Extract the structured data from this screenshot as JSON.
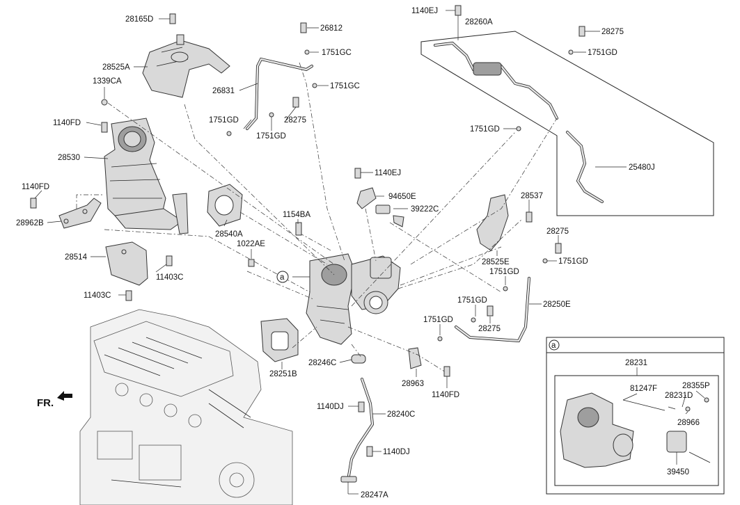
{
  "inset": {
    "circle_label": "a",
    "assembly_label": "28231",
    "parts": [
      "81247F",
      "28355P",
      "28231D",
      "28966",
      "39450"
    ]
  },
  "callout": {
    "label": "a"
  },
  "front_marker": {
    "label": "FR."
  },
  "part_labels": [
    "28165D",
    "28525A",
    "1339CA",
    "1140FD",
    "28530",
    "1140FD",
    "28962B",
    "28514",
    "11403C",
    "11403C",
    "26812",
    "1751GC",
    "26831",
    "1751GC",
    "1751GD",
    "28275",
    "1751GD",
    "28540A",
    "1154BA",
    "1022AE",
    "28251B",
    "1140EJ",
    "94650E",
    "39222C",
    "28246C",
    "1140DJ",
    "28240C",
    "1140DJ",
    "28247A",
    "28963",
    "1140FD",
    "1140EJ",
    "28260A",
    "28275",
    "1751GD",
    "1751GD",
    "25480J",
    "28537",
    "28525E",
    "28275",
    "1751GD",
    "1751GD",
    "28250E",
    "1751GD",
    "28275",
    "1751GD"
  ],
  "icons": [
    "front-arrow-icon"
  ]
}
